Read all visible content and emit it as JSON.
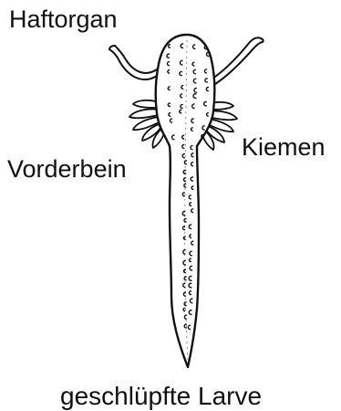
{
  "labels": {
    "adhesive_organ": "Haftorgan",
    "foreleg": "Vorderbein",
    "gills": "Kiemen"
  },
  "caption": "geschlüpfte Larve",
  "colors": {
    "ink": "#111111",
    "background": "#ffffff"
  }
}
